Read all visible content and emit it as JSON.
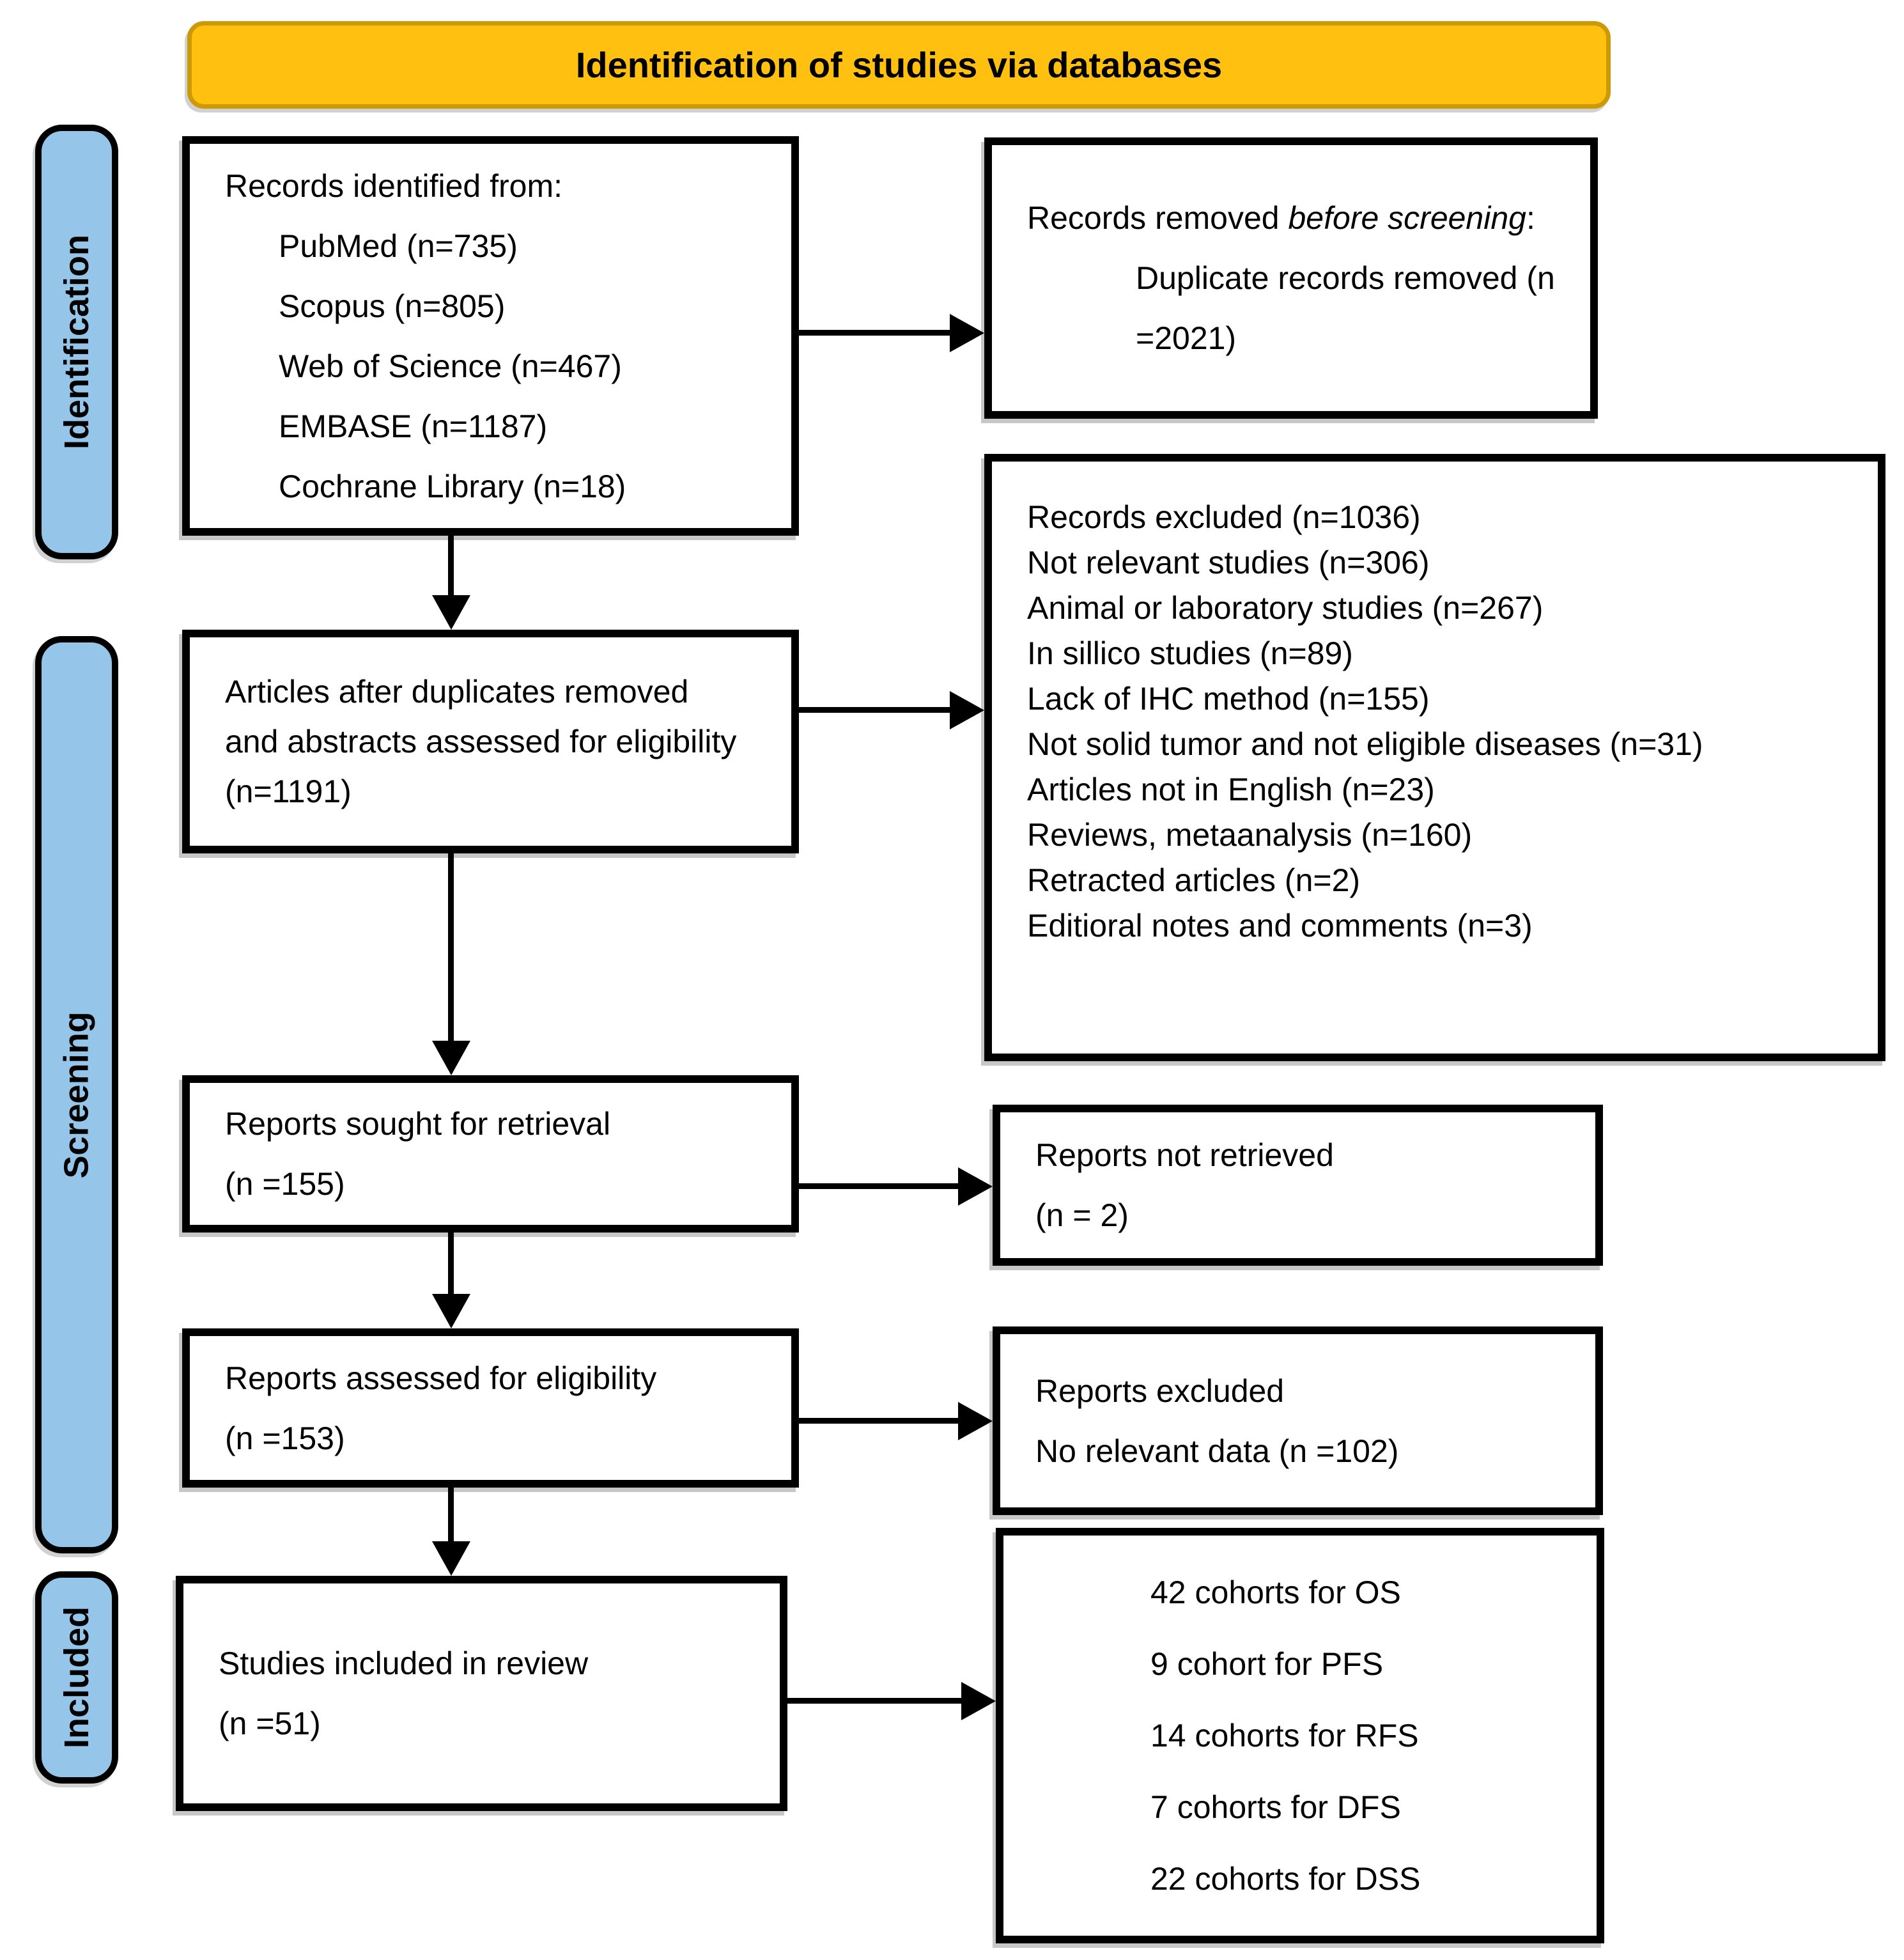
{
  "banner": {
    "label": "Identification of studies via databases"
  },
  "stages": {
    "identification": "Identification",
    "screening": "Screening",
    "included": "Included"
  },
  "boxes": {
    "records_identified": {
      "title": "Records identified from:",
      "items": [
        "PubMed (n=735)",
        "Scopus (n=805)",
        "Web of Science (n=467)",
        "EMBASE (n=1187)",
        "Cochrane Library (n=18)"
      ]
    },
    "records_removed": {
      "prefix": "Records removed ",
      "italic": "before screening",
      "suffix": ":",
      "item": "Duplicate records removed (n =2021)"
    },
    "articles_after_duplicates": {
      "line1": "Articles after duplicates removed and abstracts assessed for eligibility",
      "line2": "(n=1191)"
    },
    "records_excluded": {
      "items": [
        "Records excluded (n=1036)",
        "Not relevant studies (n=306)",
        "Animal or laboratory studies (n=267)",
        "In sillico studies (n=89)",
        "Lack of IHC method (n=155)",
        "Not solid tumor and not eligible diseases (n=31)",
        "Articles not in English (n=23)",
        "Reviews, metaanalysis (n=160)",
        "Retracted articles (n=2)",
        "Editioral notes and comments (n=3)"
      ]
    },
    "reports_sought": {
      "line1": "Reports sought for retrieval",
      "line2": "(n =155)"
    },
    "reports_not_retrieved": {
      "line1": "Reports not retrieved",
      "line2": "(n = 2)"
    },
    "reports_assessed": {
      "line1": "Reports assessed for eligibility",
      "line2": "(n =153)"
    },
    "reports_excluded": {
      "line1": "Reports excluded",
      "line2": "No relevant data (n =102)"
    },
    "studies_included": {
      "line1": "Studies included in review",
      "line2": "(n =51)"
    },
    "cohorts": {
      "items": [
        "42 cohorts for OS",
        "9 cohort for PFS",
        "14 cohorts for RFS",
        "7 cohorts for DFS",
        "22 cohorts for DSS"
      ]
    }
  },
  "colors": {
    "banner_fill": "#FFC010",
    "banner_border": "#CC9A06",
    "stage_fill": "#95C6E9",
    "box_border": "#000000",
    "box_fill": "#FFFFFF",
    "arrow": "#000000",
    "text": "#000000"
  }
}
